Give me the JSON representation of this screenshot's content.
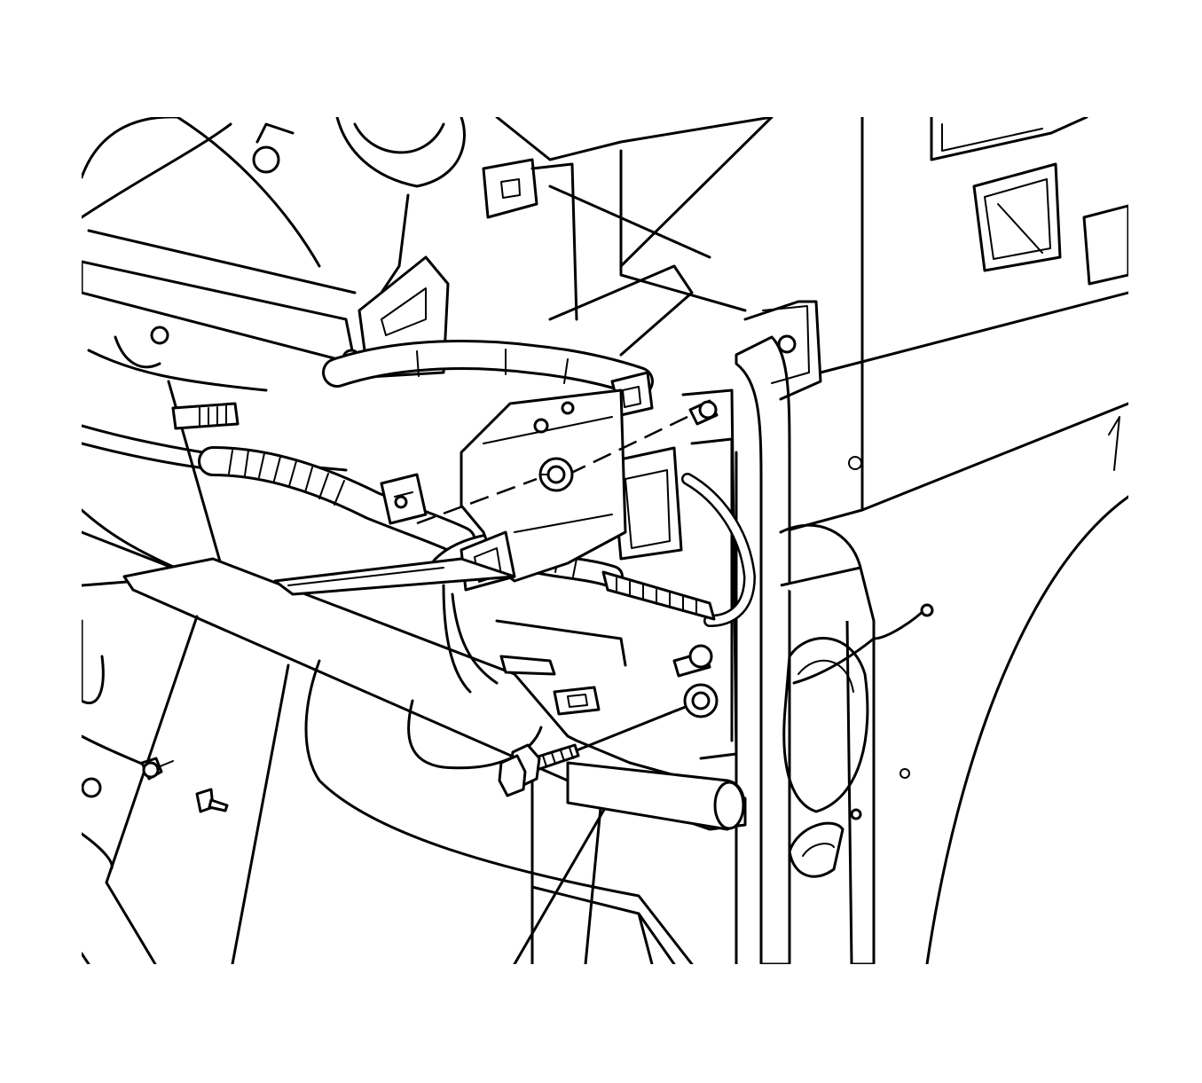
{
  "diagram": {
    "colors": {
      "line": "#000000",
      "background": "#ffffff"
    },
    "parts": [
      {
        "id": "harness-bracket",
        "icon": "bracket-icon"
      },
      {
        "id": "retaining-nut",
        "icon": "nut-icon"
      },
      {
        "id": "mounting-bolt",
        "icon": "bolt-icon"
      },
      {
        "id": "wiring-harness",
        "icon": "harness-icon"
      },
      {
        "id": "electrical-connector",
        "icon": "connector-icon"
      },
      {
        "id": "body-pillar",
        "icon": "pillar-icon"
      }
    ]
  }
}
